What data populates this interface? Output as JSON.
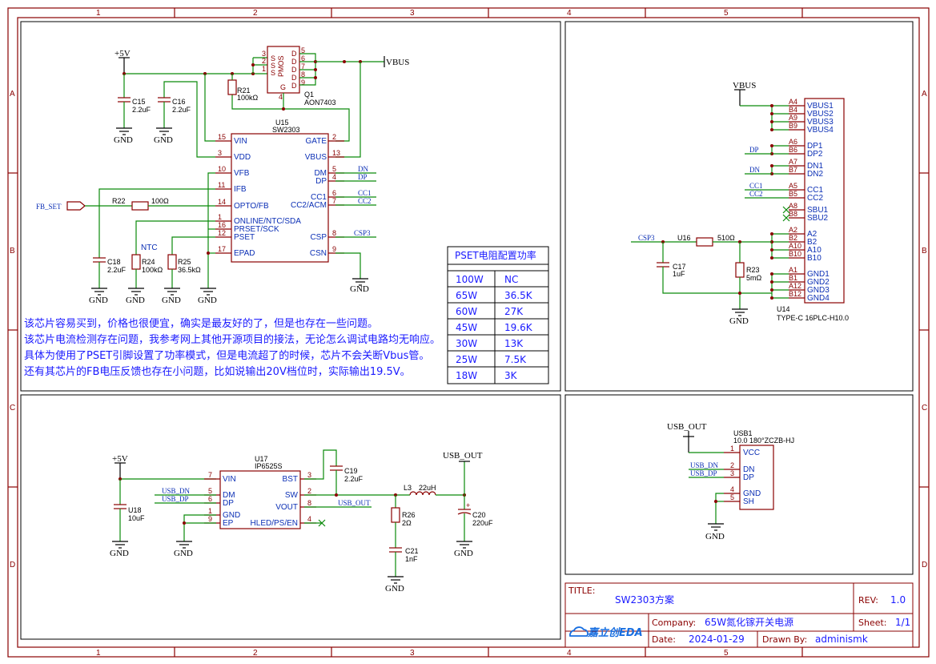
{
  "frame": {
    "cols": [
      "1",
      "2",
      "3",
      "4",
      "5"
    ],
    "rows": [
      "A",
      "B",
      "C",
      "D"
    ]
  },
  "power": {
    "p5v_a": "+5V",
    "p5v_b": "+5V",
    "vbus_a": "VBUS",
    "vbus_b": "VBUS",
    "usb_out_a": "USB_OUT",
    "usb_out_b": "USB_OUT",
    "gnd": "GND"
  },
  "nets": {
    "fb_set": "FB_SET",
    "dn": "DN",
    "dp": "DP",
    "cc1": "CC1",
    "cc2": "CC2",
    "csp3": "CSP3",
    "usb_dn": "USB_DN",
    "usb_dp": "USB_DP",
    "usb_out": "USB_OUT"
  },
  "q1": {
    "ref": "Q1",
    "val": "AON7403",
    "name": "PMOS",
    "s": "S",
    "d": "D",
    "g": "G",
    "pins": [
      "3",
      "2",
      "1",
      "4",
      "5",
      "6",
      "7",
      "8",
      "9"
    ]
  },
  "r21": {
    "ref": "R21",
    "val": "100kΩ"
  },
  "c15": {
    "ref": "C15",
    "val": "2.2uF"
  },
  "c16": {
    "ref": "C16",
    "val": "2.2uF"
  },
  "u15": {
    "ref": "U15",
    "val": "SW2303",
    "left": [
      {
        "n": "15",
        "t": "VIN"
      },
      {
        "n": "3",
        "t": "VDD"
      },
      {
        "n": "10",
        "t": "VFB"
      },
      {
        "n": "11",
        "t": "IFB"
      },
      {
        "n": "14",
        "t": "OPTO/FB"
      },
      {
        "n": "1",
        "t": "ONLINE/NTC/SDA"
      },
      {
        "n": "16",
        "t": "PRSET/SCK"
      },
      {
        "n": "12",
        "t": "PSET"
      },
      {
        "n": "17",
        "t": "EPAD"
      }
    ],
    "right": [
      {
        "n": "2",
        "t": "GATE"
      },
      {
        "n": "13",
        "t": "VBUS"
      },
      {
        "n": "5",
        "t": "DM"
      },
      {
        "n": "4",
        "t": "DP"
      },
      {
        "n": "6",
        "t": "CC1"
      },
      {
        "n": "7",
        "t": "CC2/ACM"
      },
      {
        "n": "8",
        "t": "CSP"
      },
      {
        "n": "9",
        "t": "CSN"
      }
    ]
  },
  "r22": {
    "ref": "R22",
    "val": "100Ω"
  },
  "ntc": "NTC",
  "c18": {
    "ref": "C18",
    "val": "2.2uF"
  },
  "r24": {
    "ref": "R24",
    "val": "100kΩ"
  },
  "r25": {
    "ref": "R25",
    "val": "36.5kΩ"
  },
  "pset_table": {
    "title": "PSET电阻配置功率",
    "rows": [
      [
        "100W",
        "NC"
      ],
      [
        "65W",
        "36.5K"
      ],
      [
        "60W",
        "27K"
      ],
      [
        "45W",
        "19.6K"
      ],
      [
        "30W",
        "13K"
      ],
      [
        "25W",
        "7.5K"
      ],
      [
        "18W",
        "3K"
      ]
    ]
  },
  "notes": [
    "该芯片容易买到，价格也很便宜，确实是最友好的了，但是也存在一些问题。",
    "该芯片电流检测存在问题，我参考网上其他开源项目的接法，无论怎么调试电路均无响应。",
    "具体为使用了PSET引脚设置了功率模式，但是电流超了的时候，芯片不会关断Vbus管。",
    "还有其芯片的FB电压反馈也存在小问题，比如说输出20V档位时，实际输出19.5V。"
  ],
  "u14": {
    "ref": "U14",
    "val": "TYPE-C 16PLC-H10.0",
    "groups": [
      {
        "pins": [
          "A4",
          "B4",
          "A9",
          "B9"
        ],
        "names": [
          "VBUS1",
          "VBUS2",
          "VBUS3",
          "VBUS4"
        ]
      },
      {
        "pins": [
          "A6",
          "B6"
        ],
        "names": [
          "DP1",
          "DP2"
        ]
      },
      {
        "pins": [
          "A7",
          "B7"
        ],
        "names": [
          "DN1",
          "DN2"
        ]
      },
      {
        "pins": [
          "A5",
          "B5"
        ],
        "names": [
          "CC1",
          "CC2"
        ]
      },
      {
        "pins": [
          "A8",
          "B8"
        ],
        "names": [
          "SBU1",
          "SBU2"
        ]
      },
      {
        "pins": [
          "A2",
          "B2",
          "A10",
          "B10"
        ],
        "names": [
          "A2",
          "B2",
          "A10",
          "B10"
        ]
      },
      {
        "pins": [
          "A1",
          "B1",
          "A12",
          "B12"
        ],
        "names": [
          "GND1",
          "GND2",
          "GND3",
          "GND4"
        ]
      }
    ]
  },
  "u16": {
    "ref": "U16",
    "val": "510Ω"
  },
  "c17": {
    "ref": "C17",
    "val": "1uF"
  },
  "r23": {
    "ref": "R23",
    "val": "5mΩ"
  },
  "u17": {
    "ref": "U17",
    "val": "IP6525S",
    "left": [
      {
        "n": "7",
        "t": "VIN"
      },
      {
        "n": "5",
        "t": "DM"
      },
      {
        "n": "6",
        "t": "DP"
      },
      {
        "n": "1",
        "t": "GND"
      },
      {
        "n": "9",
        "t": "EP"
      }
    ],
    "right": [
      {
        "n": "3",
        "t": "BST"
      },
      {
        "n": "2",
        "t": "SW"
      },
      {
        "n": "8",
        "t": "VOUT"
      },
      {
        "n": "4",
        "t": "HLED/PS/EN"
      }
    ]
  },
  "u18": {
    "ref": "U18",
    "val": "10uF"
  },
  "c19": {
    "ref": "C19",
    "val": "2.2uF"
  },
  "l3": {
    "ref": "L3",
    "val": "22uH"
  },
  "r26": {
    "ref": "R26",
    "val": "2Ω"
  },
  "c21": {
    "ref": "C21",
    "val": "1nF"
  },
  "c20": {
    "ref": "C20",
    "val": "220uF"
  },
  "usb1": {
    "ref": "USB1",
    "val": "10.0 180°ZCZB-HJ",
    "pins": [
      {
        "n": "1",
        "t": "VCC"
      },
      {
        "n": "2",
        "t": "DN"
      },
      {
        "n": "3",
        "t": "DP"
      },
      {
        "n": "4",
        "t": "GND"
      },
      {
        "n": "5",
        "t": "SH"
      }
    ]
  },
  "title_block": {
    "title_label": "TITLE:",
    "title": "SW2303方案",
    "rev_label": "REV:",
    "rev": "1.0",
    "company_label": "Company:",
    "company": "65W氮化镓开关电源",
    "sheet_label": "Sheet:",
    "sheet": "1/1",
    "date_label": "Date:",
    "date": "2024-01-29",
    "drawn_label": "Drawn By:",
    "drawn": "adminismk",
    "logo": "嘉立创EDA"
  }
}
